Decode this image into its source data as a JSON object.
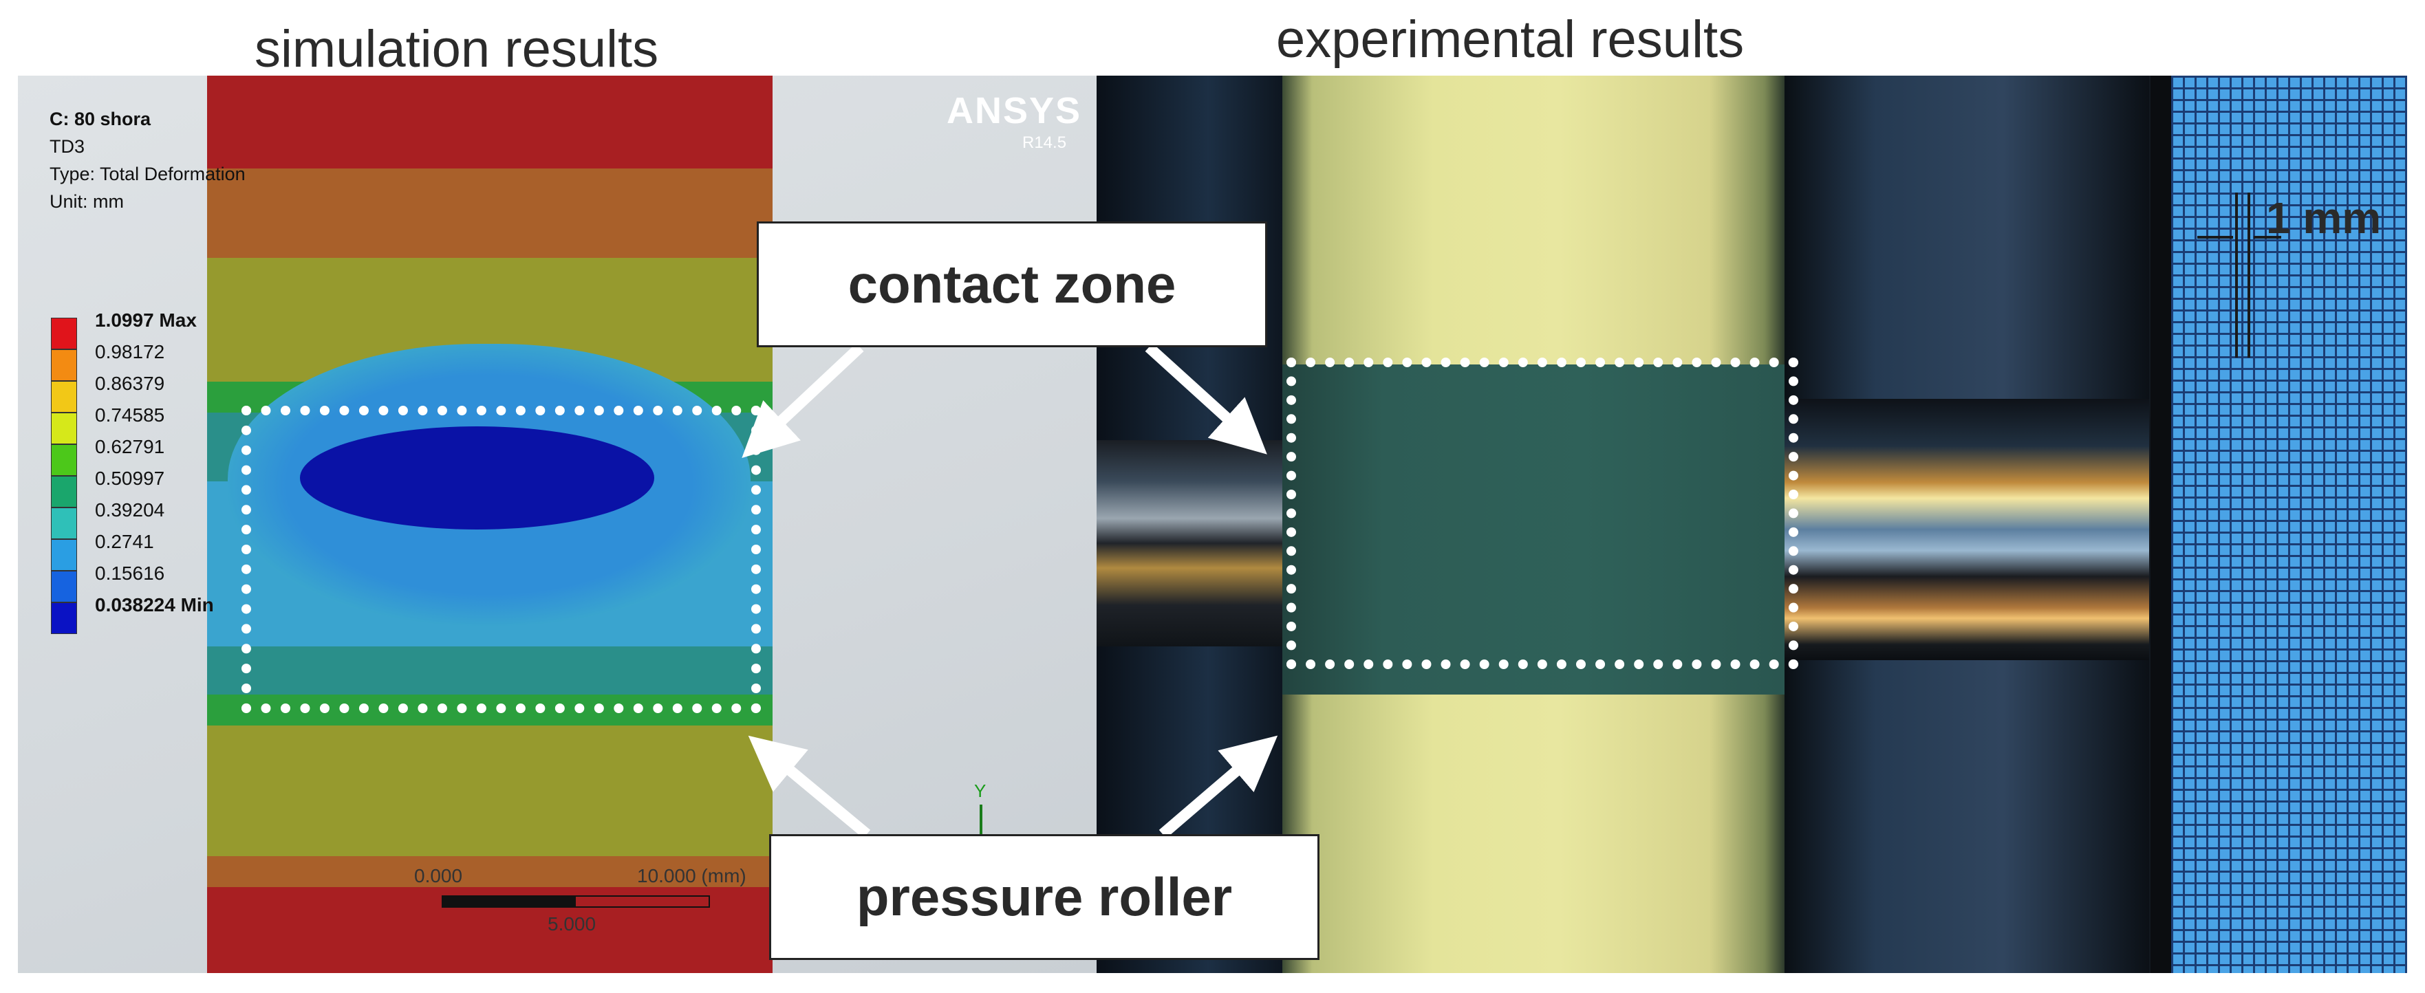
{
  "headings": {
    "simulation": "simulation results",
    "experimental": "experimental results"
  },
  "simulation": {
    "logo": "ANSYS",
    "version": "R14.5",
    "info": [
      "C: 80 shora",
      "TD3",
      "Type: Total Deformation",
      "Unit: mm"
    ],
    "legend": {
      "labels": [
        "1.0997 Max",
        "0.98172",
        "0.86379",
        "0.74585",
        "0.62791",
        "0.50997",
        "0.39204",
        "0.2741",
        "0.15616",
        "0.038224 Min"
      ],
      "colors": [
        "#e0141b",
        "#f38b12",
        "#f2c817",
        "#d6e81a",
        "#4cc81a",
        "#1aa66c",
        "#2fc0b8",
        "#2a9ee3",
        "#1663e0",
        "#0a12c4"
      ]
    },
    "scale": {
      "left": "0.000",
      "right": "10.000 (mm)",
      "mid": "5.000"
    },
    "axis_label": "Y"
  },
  "experimental": {
    "scale_label": "1 mm"
  },
  "callouts": {
    "contact_zone": "contact zone",
    "pressure_roller": "pressure roller"
  },
  "colors": {
    "roller_body": "#a81f22",
    "contact_core": "#0a12a6",
    "grid": "#4aa3e6"
  }
}
